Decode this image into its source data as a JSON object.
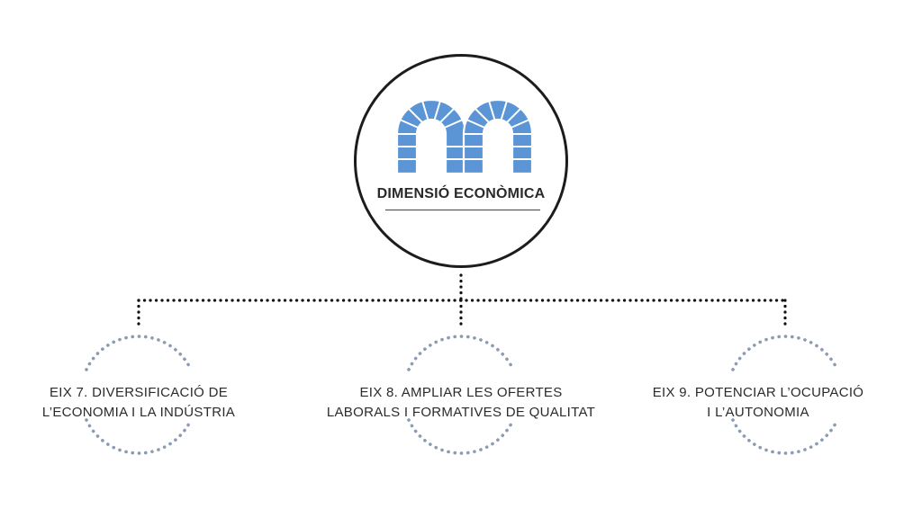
{
  "center": {
    "title": "DIMENSIÓ ECONÒMICA",
    "logo_icon": "arches-m-logo-icon",
    "logo_color": "#5b95d6"
  },
  "axes": [
    {
      "line1": "EIX 7. DIVERSIFICACIÓ DE",
      "line2": "L’ECONOMIA I LA INDÚSTRIA"
    },
    {
      "line1": "EIX 8. AMPLIAR LES OFERTES",
      "line2": "LABORALS I FORMATIVES DE QUALITAT"
    },
    {
      "line1": "EIX 9. POTENCIAR L’OCUPACIÓ",
      "line2": "I L’AUTONOMIA"
    }
  ],
  "colors": {
    "connector": "#111111",
    "ring_dots": "#8a9bb3",
    "text": "#2b2b2b"
  }
}
